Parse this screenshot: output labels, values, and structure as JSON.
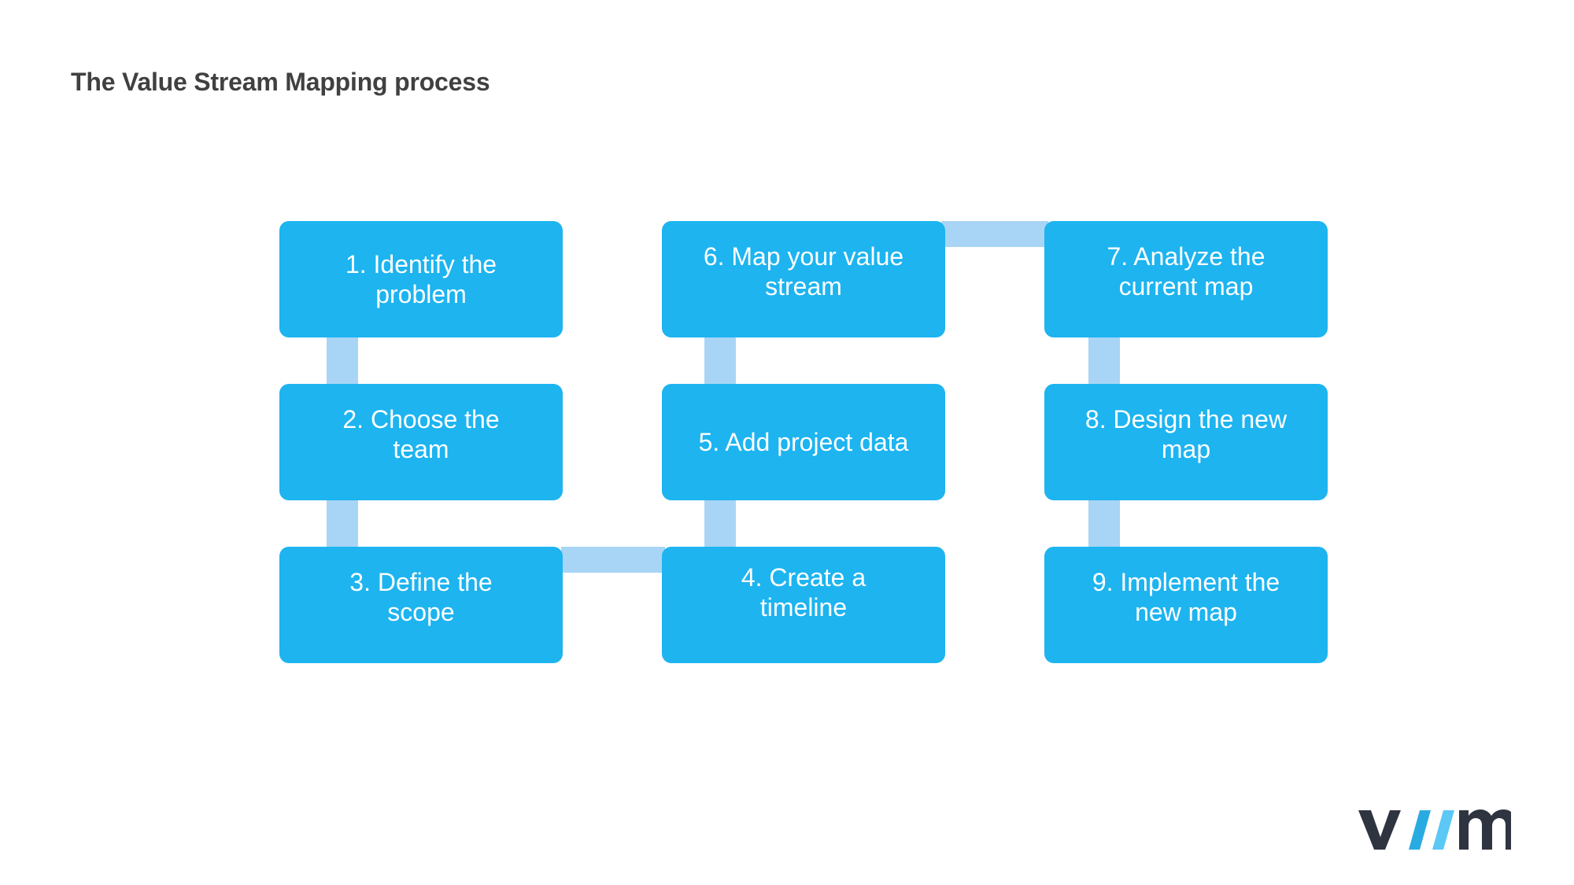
{
  "page": {
    "title": "The Value Stream Mapping process",
    "background_color": "#ffffff"
  },
  "theme": {
    "box_color": "#1db4f0",
    "connector_color": "#a8d5f5",
    "box_text_color": "#ffffff",
    "title_color": "#404040",
    "logo_dark_color": "#2e3440",
    "logo_blue_1": "#29abe2",
    "logo_blue_2": "#5bc8f5"
  },
  "diagram": {
    "type": "flowchart",
    "orientation": "three-column snake",
    "steps": [
      {
        "id": 1,
        "number": "1.",
        "label": "1. Identify the\nproblem",
        "column": 1,
        "row": 1,
        "align": "center"
      },
      {
        "id": 2,
        "number": "2.",
        "label": "2. Choose the\nteam",
        "column": 1,
        "row": 2,
        "align": "upper"
      },
      {
        "id": 3,
        "number": "3.",
        "label": "3. Define the\nscope",
        "column": 1,
        "row": 3,
        "align": "upper"
      },
      {
        "id": 4,
        "number": "4.",
        "label": "4. Create a\ntimeline",
        "column": 2,
        "row": 3,
        "align": "top"
      },
      {
        "id": 5,
        "number": "5.",
        "label": "5. Add project data",
        "column": 2,
        "row": 2,
        "align": "center"
      },
      {
        "id": 6,
        "number": "6.",
        "label": "6. Map your value\nstream",
        "column": 2,
        "row": 1,
        "align": "upper"
      },
      {
        "id": 7,
        "number": "7.",
        "label": "7. Analyze the\ncurrent map",
        "column": 3,
        "row": 1,
        "align": "upper"
      },
      {
        "id": 8,
        "number": "8.",
        "label": "8. Design the new\nmap",
        "column": 3,
        "row": 2,
        "align": "upper"
      },
      {
        "id": 9,
        "number": "9.",
        "label": "9. Implement the\nnew map",
        "column": 3,
        "row": 3,
        "align": "upper"
      }
    ],
    "connectors": [
      {
        "from": 1,
        "to": 2,
        "direction": "vertical"
      },
      {
        "from": 2,
        "to": 3,
        "direction": "vertical"
      },
      {
        "from": 3,
        "to": 4,
        "direction": "horizontal"
      },
      {
        "from": 4,
        "to": 5,
        "direction": "vertical"
      },
      {
        "from": 5,
        "to": 6,
        "direction": "vertical"
      },
      {
        "from": 6,
        "to": 7,
        "direction": "horizontal"
      },
      {
        "from": 7,
        "to": 8,
        "direction": "vertical"
      },
      {
        "from": 8,
        "to": 9,
        "direction": "vertical"
      }
    ]
  },
  "logo": {
    "text_start": "v",
    "text_end": "ma",
    "name": "viima"
  }
}
